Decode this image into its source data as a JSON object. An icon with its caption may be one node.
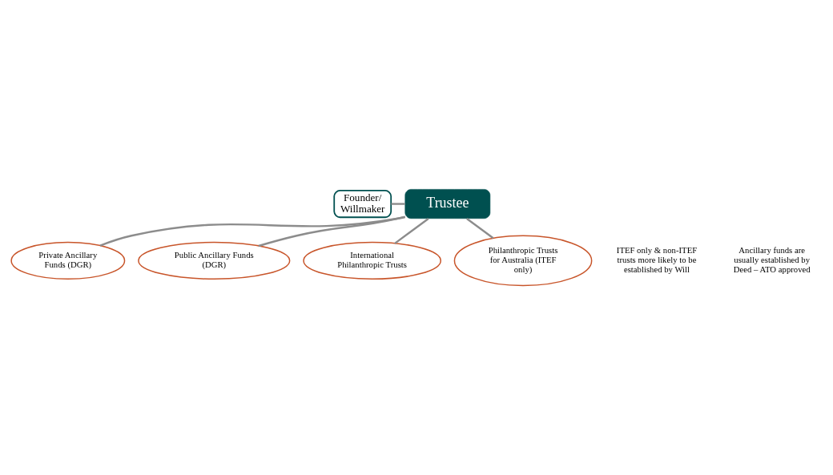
{
  "diagram": {
    "nodes": [
      {
        "text": [
          "Founder/ Willmaker"
        ]
      },
      {
        "text": [
          "Trustee"
        ]
      },
      {
        "text": [
          "Private Ancillary Funds (DGR)"
        ]
      },
      {
        "text": [
          "Public Ancillary Funds (DGR)"
        ]
      },
      {
        "text": [
          "International Philanthropic Trusts"
        ]
      },
      {
        "text": [
          "Philanthropic Trusts for Australia (ITEF only)"
        ]
      }
    ],
    "edges": [
      {
        "from": 0,
        "to": 1,
        "arrow": "none"
      },
      {
        "from": 1,
        "to": 2,
        "arrow": "none"
      },
      {
        "from": 1,
        "to": 3,
        "arrow": "none"
      },
      {
        "from": 1,
        "to": 5,
        "arrow": "none"
      },
      {
        "from": 1,
        "to": 4,
        "arrow": "none"
      }
    ],
    "labels": [
      "Ancillary funds are usually established by Deed – ATO approved",
      "ITEF only & non-ITEF trusts more likely to be established by Will"
    ]
  }
}
